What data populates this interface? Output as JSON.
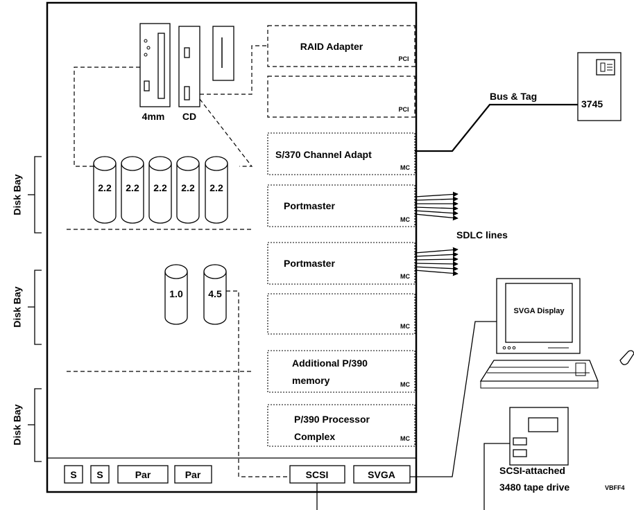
{
  "adapters": {
    "raid": "RAID Adapter",
    "s370": "S/370 Channel Adapt",
    "portmaster1": "Portmaster",
    "portmaster2": "Portmaster",
    "p390_memory_line1": "Additional P/390",
    "p390_memory_line2": "memory",
    "p390_proc_line1": "P/390 Processor",
    "p390_proc_line2": "Complex",
    "pci_tag": "PCI",
    "mc_tag": "MC"
  },
  "drives": {
    "tape_4mm": "4mm",
    "cd": "CD"
  },
  "disk_bay_label": "Disk Bay",
  "disks": {
    "bay1": [
      "2.2",
      "2.2",
      "2.2",
      "2.2",
      "2.2"
    ],
    "bay2": [
      "1.0",
      "4.5"
    ]
  },
  "ports": {
    "s1": "S",
    "s2": "S",
    "par1": "Par",
    "par2": "Par",
    "scsi": "SCSI",
    "svga": "SVGA"
  },
  "external": {
    "bus_tag": "Bus & Tag",
    "controller": "3745",
    "sdlc": "SDLC lines",
    "display": "SVGA Display",
    "tape_line1": "SCSI-attached",
    "tape_line2": "3480 tape drive"
  },
  "figure_id": "VBFF4"
}
